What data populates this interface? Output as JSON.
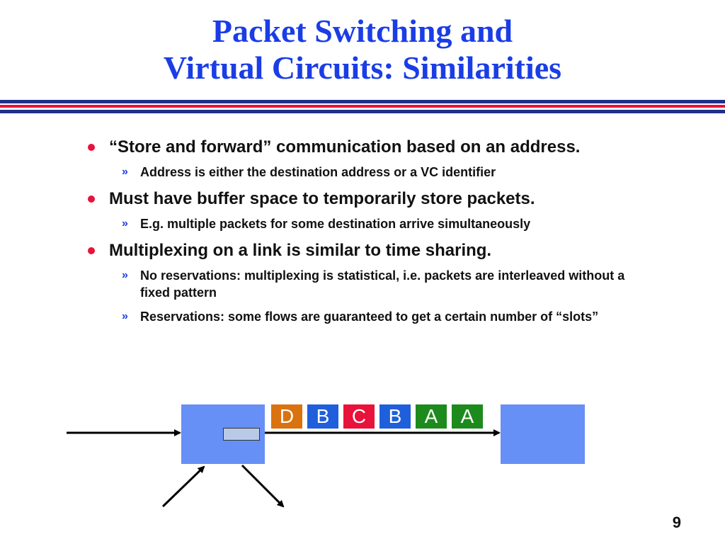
{
  "slide": {
    "title_line1": "Packet Switching and",
    "title_line2": "Virtual Circuits: Similarities",
    "bullets": [
      {
        "text": "“Store and forward” communication based on an address.",
        "subs": [
          "Address is either the destination address or a VC identifier"
        ]
      },
      {
        "text": "Must have buffer space to temporarily store packets.",
        "subs": [
          "E.g. multiple packets for some destination arrive simultaneously"
        ]
      },
      {
        "text": "Multiplexing on a link is similar to time sharing.",
        "subs": [
          "No reservations: multiplexing is statistical, i.e. packets are interleaved without a fixed pattern",
          "Reservations: some flows are guaranteed to get a certain number of “slots”"
        ]
      }
    ],
    "sub_marker": "»",
    "page_number": "9"
  },
  "diagram": {
    "packets": [
      {
        "label": "D",
        "color": "#d9720f"
      },
      {
        "label": "B",
        "color": "#1f5fdc"
      },
      {
        "label": "C",
        "color": "#e8123a"
      },
      {
        "label": "B",
        "color": "#1f5fdc"
      },
      {
        "label": "A",
        "color": "#1d8a1d"
      },
      {
        "label": "A",
        "color": "#1d8a1d"
      }
    ],
    "switch_color": "#6690f5"
  }
}
